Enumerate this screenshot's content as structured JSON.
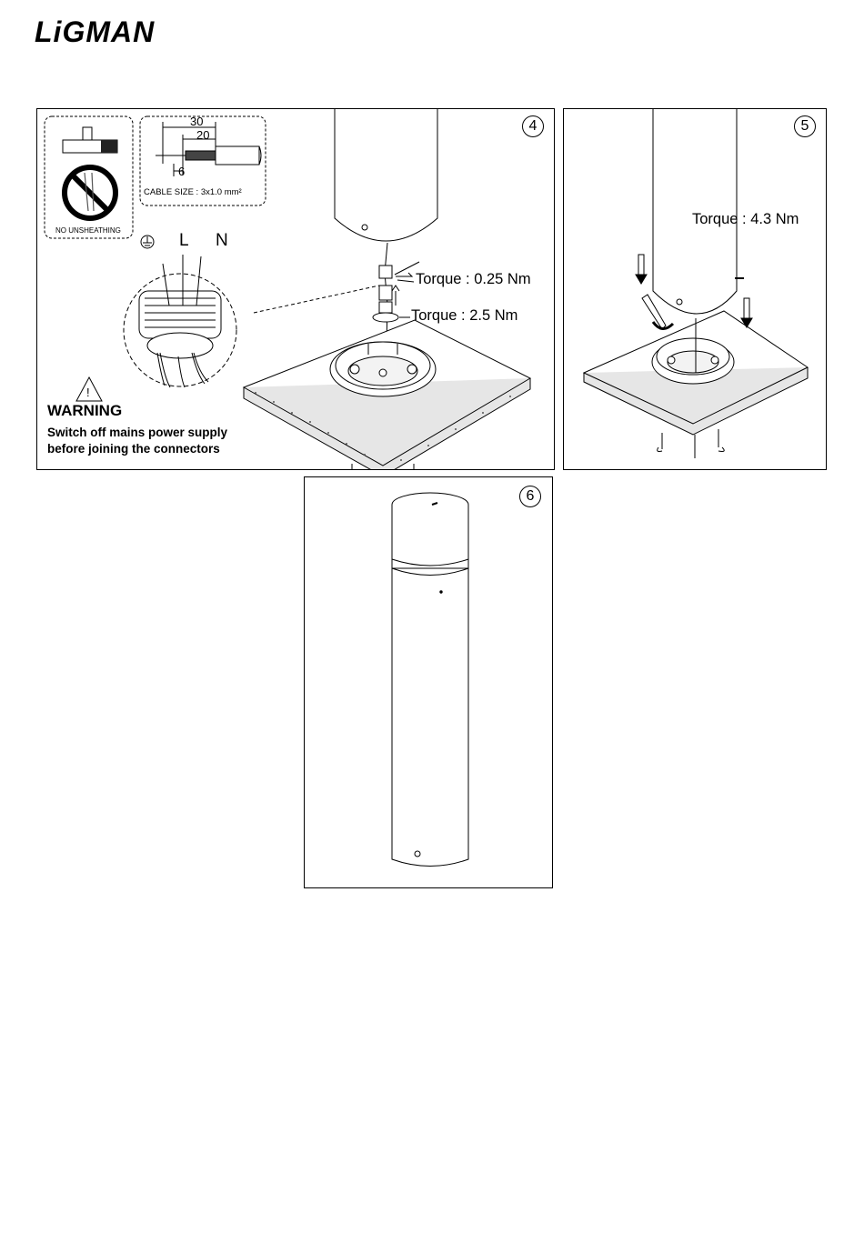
{
  "brand": {
    "name": "LiGMAN"
  },
  "step4": {
    "number": "4",
    "no_unsheathing_label": "NO UNSHEATHING",
    "cable_dims": {
      "d30": "30",
      "d20": "20",
      "d6": "6"
    },
    "cable_size_label": "CABLE SIZE : 3x1.0 mm²",
    "terminal_L": "L",
    "terminal_N": "N",
    "torque_connector": "Torque : 0.25 Nm",
    "torque_nut": "Torque : 2.5 Nm",
    "warning_symbol": "!",
    "warning_title": "WARNING",
    "warning_line1": "Switch off mains power supply",
    "warning_line2": "before joining the connectors",
    "icons": [
      "earth-ground-icon",
      "warning-triangle-icon",
      "prohibited-icon"
    ]
  },
  "step5": {
    "number": "5",
    "torque": "Torque : 4.3 Nm"
  },
  "step6": {
    "number": "6"
  }
}
